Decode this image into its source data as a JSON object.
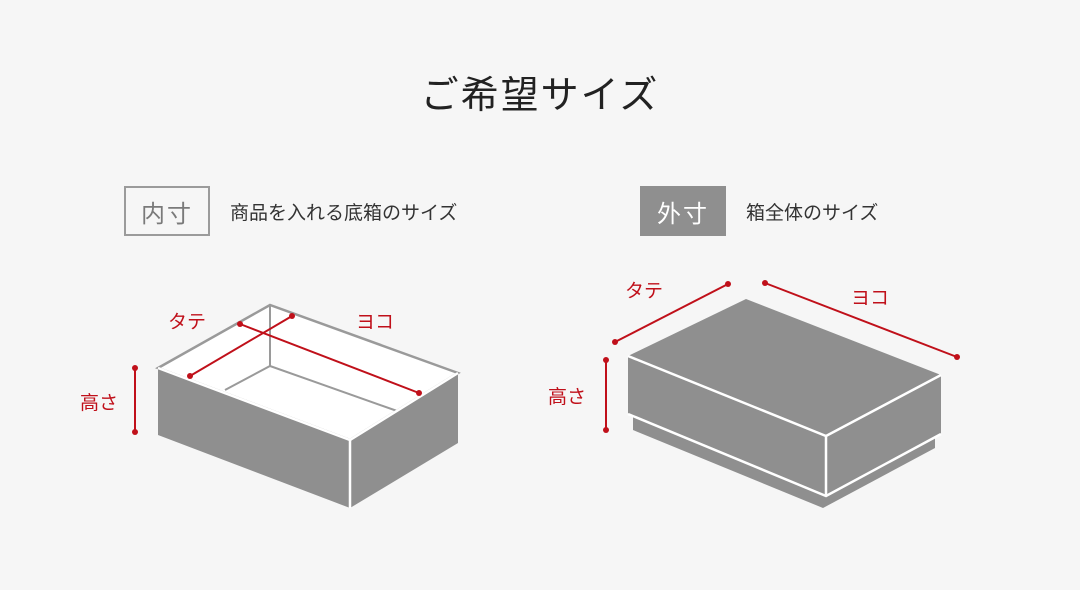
{
  "title": "ご希望サイズ",
  "inner": {
    "badge": "内寸",
    "description": "商品を入れる底箱のサイズ",
    "label_depth": "タテ",
    "label_width": "ヨコ",
    "label_height": "高さ"
  },
  "outer": {
    "badge": "外寸",
    "description": "箱全体のサイズ",
    "label_depth": "タテ",
    "label_width": "ヨコ",
    "label_height": "高さ"
  },
  "colors": {
    "background": "#f6f6f6",
    "box_gray": "#8f8f8f",
    "box_edge": "#ffffff",
    "dimension_red": "#c0101a"
  }
}
